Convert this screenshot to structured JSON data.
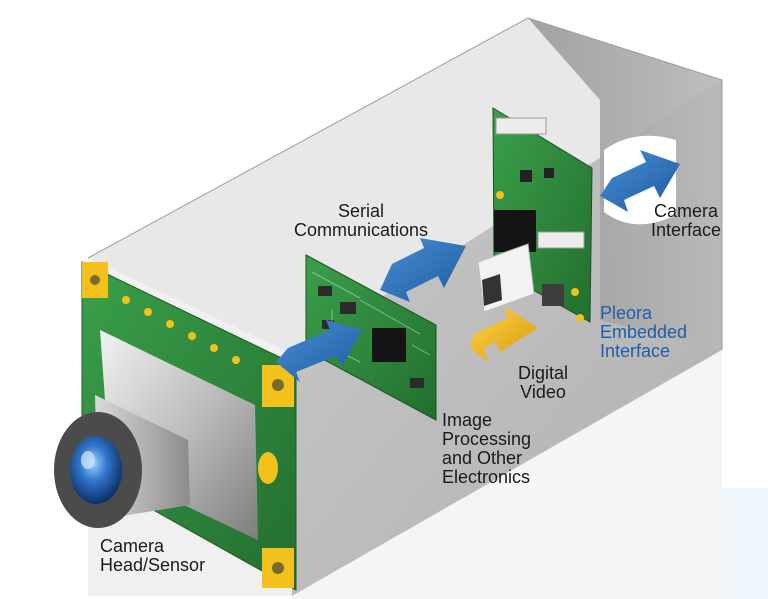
{
  "labels": {
    "serial_communications": "Serial\nCommunications",
    "camera_interface": "Camera\nInterface",
    "pleora_embedded_interface": "Pleora\nEmbedded\nInterface",
    "digital_video": "Digital\nVideo",
    "image_processing": "Image\nProcessing\nand Other\nElectronics",
    "camera_head_sensor": "Camera\nHead/Sensor"
  },
  "colors": {
    "enclosure_back": "#bdbdbd",
    "enclosure_top": "#e6e6e6",
    "enclosure_right": "#a4a4a4",
    "enclosure_floor": "#f3f3f3",
    "pcb_green": "#2f8a3c",
    "pad_gold": "#f2c11c",
    "bidirectional_arrow": "#2a6fb8",
    "video_arrow": "#f0b51c",
    "accent_text": "#1f5ea8"
  }
}
